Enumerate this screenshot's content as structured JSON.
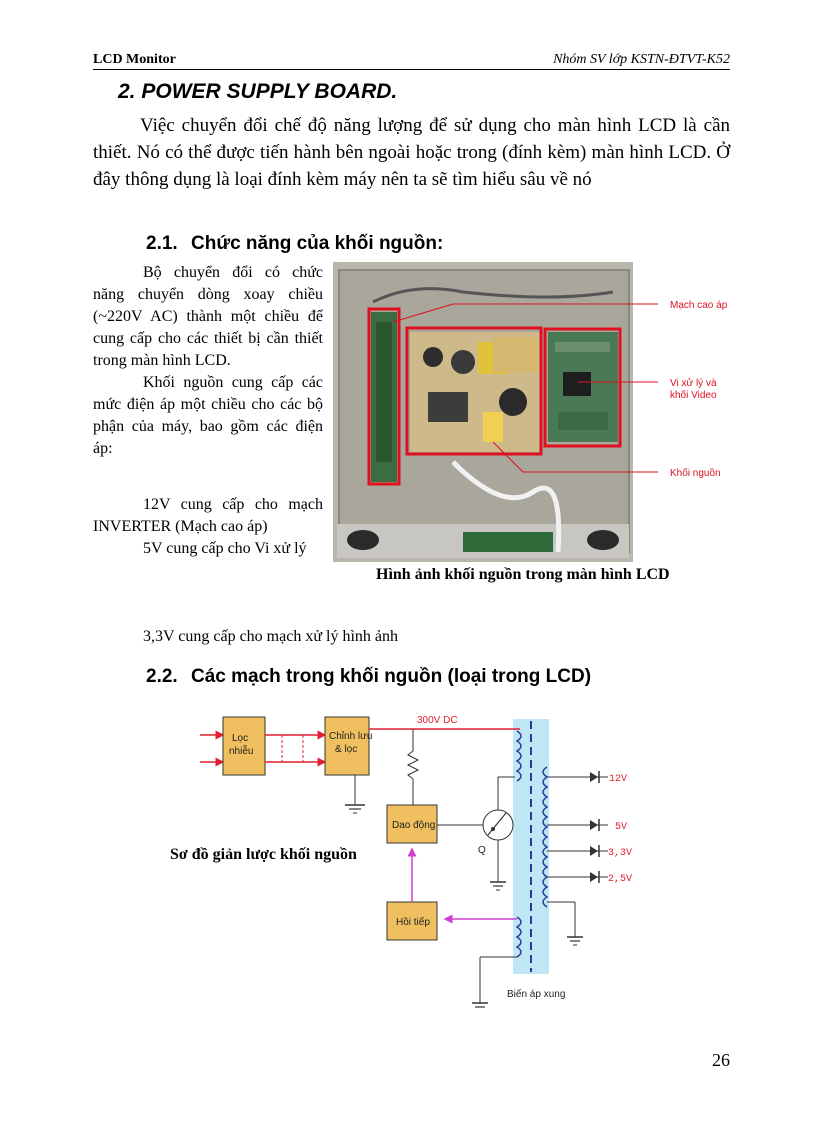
{
  "header": {
    "left": "LCD Monitor",
    "right": "Nhóm SV lớp KSTN-ĐTVT-K52"
  },
  "section": {
    "title": "2. POWER SUPPLY BOARD.",
    "intro": "Việc chuyển đổi chế độ năng lượng để sử dụng cho màn hình LCD là cần thiết. Nó có thể được tiến hành bên ngoài hoặc trong (đính kèm) màn hình LCD. Ở đây thông dụng là loại đính kèm máy nên ta sẽ tìm hiểu sâu về nó"
  },
  "sub1": {
    "number": "2.1.",
    "title": "Chức năng của khối nguồn:",
    "p1": "Bộ chuyển đổi có chức năng chuyển dòng xoay chiều (~220V AC) thành một chiều để cung cấp cho các thiết bị cần thiết trong màn hình LCD.",
    "p2": "Khối nguồn cung cấp các mức điện áp một chiều cho các bộ phận của máy, bao gồm các điện áp:",
    "item1": "12V cung cấp cho mạch INVERTER (Mạch cao áp)",
    "item2": "5V cung cấp cho Vi xử lý",
    "item3": "3,3V cung cấp cho mạch xử lý hình ảnh"
  },
  "photo": {
    "label_high_voltage": "Mạch cao áp",
    "label_cpu_line1": "Vi xử lý và",
    "label_cpu_line2": "khối Video",
    "label_psu": "Khối nguồn",
    "caption": "Hình ảnh khối nguồn trong màn hình LCD",
    "accent_color": "#e01020"
  },
  "sub2": {
    "number": "2.2.",
    "title": "Các mạch trong khối nguồn (loại trong LCD)"
  },
  "schematic": {
    "filter_line1": "Lọc",
    "filter_line2": "nhiễu",
    "rect_line1": "Chỉnh lưu",
    "rect_line2": "& lọc",
    "dc_label": "300V DC",
    "osc": "Dao động",
    "fb": "Hồi tiếp",
    "q": "Q",
    "transformer": "Biến áp xung",
    "outputs": [
      "12V",
      "5V",
      "3,3V",
      "2,5V"
    ],
    "caption": "Sơ đồ giản lược khối nguồn",
    "box_color": "#f0c060",
    "wire_red": "#e02030",
    "wire_purple": "#d040d0",
    "transformer_bg": "#bfe6f4"
  },
  "page_number": "26"
}
